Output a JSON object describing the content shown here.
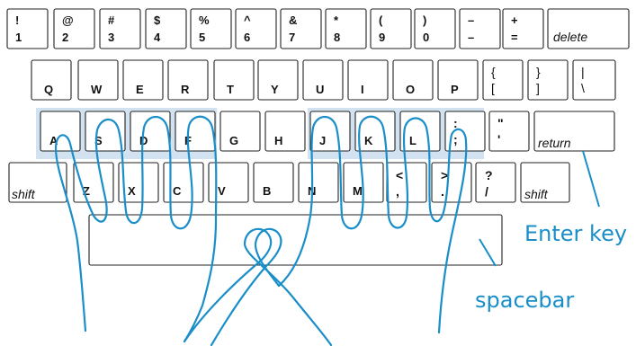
{
  "keyboard": {
    "number_row": [
      {
        "top": "!",
        "bottom": "1"
      },
      {
        "top": "@",
        "bottom": "2"
      },
      {
        "top": "#",
        "bottom": "3"
      },
      {
        "top": "$",
        "bottom": "4"
      },
      {
        "top": "%",
        "bottom": "5"
      },
      {
        "top": "^",
        "bottom": "6"
      },
      {
        "top": "&",
        "bottom": "7"
      },
      {
        "top": "*",
        "bottom": "8"
      },
      {
        "top": "(",
        "bottom": "9"
      },
      {
        "top": ")",
        "bottom": "0"
      },
      {
        "top": "–",
        "bottom": "–"
      },
      {
        "top": "+",
        "bottom": "="
      }
    ],
    "delete_label": "delete",
    "q_row": [
      {
        "bottom": "Q"
      },
      {
        "bottom": "W"
      },
      {
        "bottom": "E"
      },
      {
        "bottom": "R"
      },
      {
        "bottom": "T"
      },
      {
        "bottom": "Y"
      },
      {
        "bottom": "U"
      },
      {
        "bottom": "I"
      },
      {
        "bottom": "O"
      },
      {
        "bottom": "P"
      },
      {
        "top": "{",
        "bottom": "["
      },
      {
        "top": "}",
        "bottom": "]"
      },
      {
        "top": "|",
        "bottom": "\\"
      }
    ],
    "home_row": [
      {
        "bottom": "A"
      },
      {
        "bottom": "S"
      },
      {
        "bottom": "D"
      },
      {
        "bottom": "F"
      },
      {
        "bottom": "G"
      },
      {
        "bottom": "H"
      },
      {
        "bottom": "J"
      },
      {
        "bottom": "K"
      },
      {
        "bottom": "L"
      },
      {
        "top": ":",
        "bottom": ";"
      },
      {
        "top": "\"",
        "bottom": "'"
      }
    ],
    "return_label": "return",
    "shift_label": "shift",
    "z_row": [
      {
        "bottom": "Z"
      },
      {
        "bottom": "X"
      },
      {
        "bottom": "C"
      },
      {
        "bottom": "V"
      },
      {
        "bottom": "B"
      },
      {
        "bottom": "N"
      },
      {
        "bottom": "M"
      },
      {
        "top": "<",
        "bottom": ","
      },
      {
        "top": ">",
        "bottom": "."
      },
      {
        "top": "?",
        "bottom": "/"
      }
    ]
  },
  "annotations": {
    "enter_key": "Enter key",
    "spacebar": "spacebar"
  },
  "colors": {
    "key_border": "#222222",
    "home_highlight": "#d3e2f0",
    "finger_line": "#1a8ec9",
    "annotation_text": "#1a8ec9"
  }
}
